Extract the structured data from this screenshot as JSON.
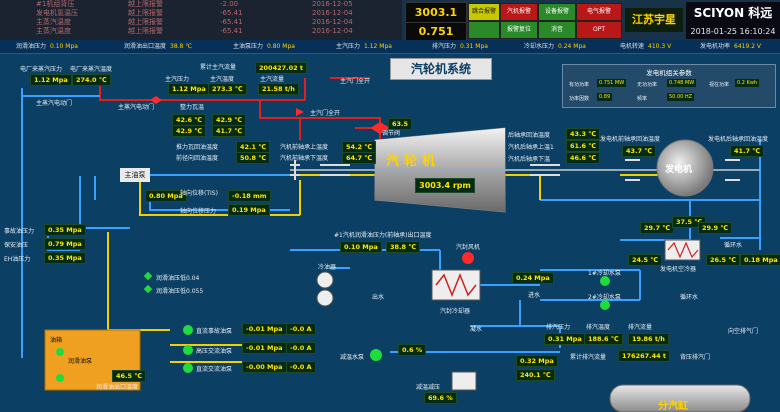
{
  "alarm_log": [
    {
      "name": "#1机组背压",
      "status": "越上限报警",
      "value": "-2.00",
      "date": "2016-12-05"
    },
    {
      "name": "发电机氢温压",
      "status": "越上限报警",
      "value": "-65.41",
      "date": "2016-12-04"
    },
    {
      "name": "主蒸汽温度",
      "status": "越上限报警",
      "value": "-65.41",
      "date": "2016-12-04"
    },
    {
      "name": "主蒸汽温度",
      "status": "越上限报警",
      "value": "-65.41",
      "date": "2016-12-04"
    }
  ],
  "header": {
    "speed": "3003.1 r/Min",
    "power": "0.751 MW",
    "buttons": {
      "b1": "跳合报警",
      "b2": "汽机报警",
      "b3": "设备报警",
      "b4": "电气报警",
      "b5": "",
      "b6": "报警复位",
      "b7": "消音",
      "b8": "OPT"
    },
    "brand1": "江苏宇星",
    "brand2": "SCIYON 科远",
    "datetime": "2018-01-25 16:10:24"
  },
  "status_bar": [
    {
      "label": "润滑油压力",
      "value": "0.10 Mpa"
    },
    {
      "label": "润滑油出口温度",
      "value": "38.8 ℃"
    },
    {
      "label": "主油泵压力",
      "value": "0.80 Mpa"
    },
    {
      "label": "主汽压力",
      "value": "1.12 Mpa"
    },
    {
      "label": "排汽压力",
      "value": "0.31 Mpa"
    },
    {
      "label": "冷却水压力",
      "value": "0.24 Mpa"
    },
    {
      "label": "电机转速",
      "value": "410.3 V"
    },
    {
      "label": "发电机功率",
      "value": "6419.2 V"
    }
  ],
  "title": "汽轮机系统",
  "labels": {
    "plant_pressure": "电厂来蒸汽压力",
    "plant_temp": "电厂来蒸汽温度",
    "main_steam_pressure_l": "主汽压力",
    "main_steam_temp_l": "主汽温度",
    "cumulative_steam": "累计主汽流量",
    "steam_flow": "主汽流量",
    "main_gate": "主汽门全开",
    "main_steam_door": "主蒸汽电动门",
    "seal_temp": "整力瓦温",
    "adjust_valve": "调节阀",
    "bearing_temp1": "推力瓦回油温度",
    "bearing_temp2": "前径向回油温度",
    "front_bearing1": "汽机前轴承上温度",
    "front_bearing2": "汽机前轴承下温度",
    "main_pump": "主油泵",
    "axial_tis": "轴向位移(TIS)",
    "axial_pressure": "轴向位移压力",
    "lube_pressure_l": "润滑油压力",
    "rear_bearing_return": "后轴承回油温度",
    "rear_bearing_1": "汽机后轴承上温1",
    "rear_bearing_2": "汽机后轴承下温",
    "gen_front_return": "发电机前轴承回油温度",
    "gen_rear_return": "发电机后轴承回油温度",
    "generator": "发电机",
    "turbine": "汽轮机",
    "cooler": "冷油器",
    "air_cooler": "发电机空冷器",
    "circ_water": "循环水",
    "accident_pressure": "事故油压力",
    "security_pressure": "保安油压",
    "eh_pressure": "EH油压力",
    "exhaust_fan": "汽封风机",
    "steam_cooler": "汽封冷却器",
    "condenser": "凝水",
    "exhaust_pressure_l": "排汽压力",
    "exhaust_temp_l": "排汽温度",
    "exhaust_cumulative": "累计排汽流量",
    "exhaust_flow_l": "排汽流量",
    "backpressure_valve": "背压排汽门",
    "safety_gate": "向空排气门",
    "sub_tank": "分汽缸",
    "deaerator": "减温水泵",
    "oil_tank": "油箱",
    "lube_oil_pump": "润滑油泵",
    "oil_temp_out": "润滑油出口温度",
    "aux_pump1": "直流事故油泵",
    "aux_pump2": "高压交流油泵",
    "aux_pump3": "直流交流油泵",
    "valve_cooling": "减温减压",
    "water_out": "出水",
    "water_in": "进水",
    "pump1": "1#冷却水泵",
    "pump2": "2#冷却水泵",
    "circ_header": "#1汽机润滑油压力(前轴承)出口温度",
    "legend1": "润滑油压低",
    "legend2": "润滑油压低"
  },
  "values": {
    "plant_pressure": "1.12 Mpa",
    "plant_temp": "274.0 ℃",
    "main_steam_pressure": "1.12 Mpa",
    "main_steam_temp": "273.3 ℃",
    "cumulative_steam": "200427.02 t",
    "steam_flow": "21.58 t/h",
    "adjust_valve": "63.5",
    "seal1": "42.6 ℃",
    "seal2": "42.9 ℃",
    "seal3": "42.9 ℃",
    "seal4": "41.7 ℃",
    "bearing1": "42.1 ℃",
    "bearing2": "50.8 ℃",
    "front1": "54.2 ℃",
    "front2": "64.7 ℃",
    "main_pump": "0.80 Mpa",
    "axial_tis": "-0.18 mm",
    "axial_pressure": "0.19 Mpa",
    "rpm": "3003.4 rpm",
    "rear_return": "43.3 ℃",
    "rear1": "61.6 ℃",
    "rear2": "46.6 ℃",
    "gen_front": "43.7 ℃",
    "gen_rear": "41.7 ℃",
    "air1": "29.7 ℃",
    "air2": "37.5 ℃",
    "air3": "29.9 ℃",
    "air4": "24.5 ℃",
    "air5": "26.5 ℃",
    "circ_pressure": "0.18 Mpa",
    "accident": "0.35 Mpa",
    "security": "0.79 Mpa",
    "eh": "0.35 Mpa",
    "lube_circ_p": "0.10 Mpa",
    "lube_circ_t": "38.8 ℃",
    "cooling_pressure": "0.24 Mpa",
    "exhaust_pressure": "0.31 Mpa",
    "exhaust_temp": "188.6 ℃",
    "exhaust_flow": "19.86 t/h",
    "exhaust_cumulative": "176267.44 t",
    "aux1_p": "-0.01 Mpa",
    "aux1_a": "-0.0 A",
    "aux2_p": "-0.01 Mpa",
    "aux2_a": "-0.0 A",
    "aux3_p": "-0.00 Mpa",
    "aux3_a": "-0.0 A",
    "oil_temp": "46.5 ℃",
    "deaerator_pct": "0.6 %",
    "water_pressure": "0.32 Mpa",
    "water_temp": "240.1 ℃",
    "valve_pct": "69.6 %",
    "legend_val1": "0.04",
    "legend_val2": "0.055"
  },
  "gen_panel": {
    "title": "发电机组关参数",
    "row1": [
      {
        "label": "有功功率",
        "value": "0.751 MW"
      },
      {
        "label": "无功功率",
        "value": "0.748 MW"
      },
      {
        "label": "视在功率",
        "value": "0.2 Kwh"
      }
    ],
    "row2": [
      {
        "label": "功率因数",
        "value": "0.89"
      },
      {
        "label": "频率",
        "value": "50.00 HZ"
      }
    ]
  },
  "colors": {
    "background": "#0b3f64",
    "value_text": "#ffe600",
    "value_bg": "#052b14",
    "steam_line": "#e02020",
    "water_line": "#3aa0ff",
    "oil_line": "#f0d000",
    "run_green": "#1fdc3c",
    "warning": "#ff2a2a"
  }
}
